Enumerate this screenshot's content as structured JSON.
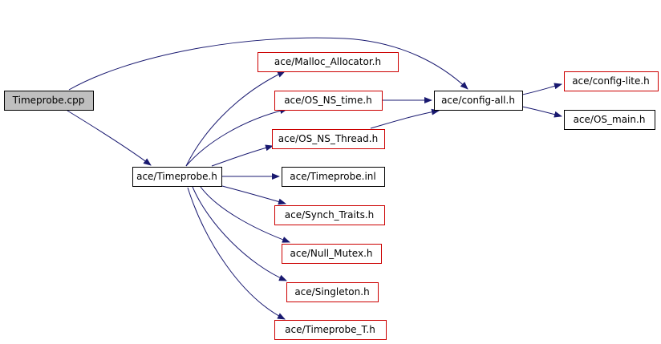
{
  "colors": {
    "edge": "#191970",
    "root_fill": "#bfbfbf",
    "root_border": "#000000",
    "documented_border": "#000000",
    "undocumented_border": "#cc0000",
    "node_fill": "#ffffff"
  },
  "nodes": [
    {
      "id": "timeprobe-cpp",
      "label": "Timeprobe.cpp",
      "kind": "root"
    },
    {
      "id": "timeprobe-h",
      "label": "ace/Timeprobe.h",
      "kind": "documented"
    },
    {
      "id": "config-all-h",
      "label": "ace/config-all.h",
      "kind": "documented"
    },
    {
      "id": "malloc-allocator-h",
      "label": "ace/Malloc_Allocator.h",
      "kind": "undocumented"
    },
    {
      "id": "os-ns-time-h",
      "label": "ace/OS_NS_time.h",
      "kind": "undocumented"
    },
    {
      "id": "os-ns-thread-h",
      "label": "ace/OS_NS_Thread.h",
      "kind": "undocumented"
    },
    {
      "id": "timeprobe-inl",
      "label": "ace/Timeprobe.inl",
      "kind": "documented"
    },
    {
      "id": "synch-traits-h",
      "label": "ace/Synch_Traits.h",
      "kind": "undocumented"
    },
    {
      "id": "null-mutex-h",
      "label": "ace/Null_Mutex.h",
      "kind": "undocumented"
    },
    {
      "id": "singleton-h",
      "label": "ace/Singleton.h",
      "kind": "undocumented"
    },
    {
      "id": "timeprobe-t-h",
      "label": "ace/Timeprobe_T.h",
      "kind": "undocumented"
    },
    {
      "id": "config-lite-h",
      "label": "ace/config-lite.h",
      "kind": "undocumented"
    },
    {
      "id": "os-main-h",
      "label": "ace/OS_main.h",
      "kind": "documented"
    }
  ],
  "edges": [
    {
      "from": "timeprobe-cpp",
      "to": "config-all-h"
    },
    {
      "from": "timeprobe-cpp",
      "to": "timeprobe-h"
    },
    {
      "from": "timeprobe-h",
      "to": "malloc-allocator-h"
    },
    {
      "from": "timeprobe-h",
      "to": "os-ns-time-h"
    },
    {
      "from": "timeprobe-h",
      "to": "os-ns-thread-h"
    },
    {
      "from": "timeprobe-h",
      "to": "timeprobe-inl"
    },
    {
      "from": "timeprobe-h",
      "to": "synch-traits-h"
    },
    {
      "from": "timeprobe-h",
      "to": "null-mutex-h"
    },
    {
      "from": "timeprobe-h",
      "to": "singleton-h"
    },
    {
      "from": "timeprobe-h",
      "to": "timeprobe-t-h"
    },
    {
      "from": "os-ns-time-h",
      "to": "config-all-h"
    },
    {
      "from": "os-ns-thread-h",
      "to": "config-all-h"
    },
    {
      "from": "config-all-h",
      "to": "config-lite-h"
    },
    {
      "from": "config-all-h",
      "to": "os-main-h"
    }
  ]
}
